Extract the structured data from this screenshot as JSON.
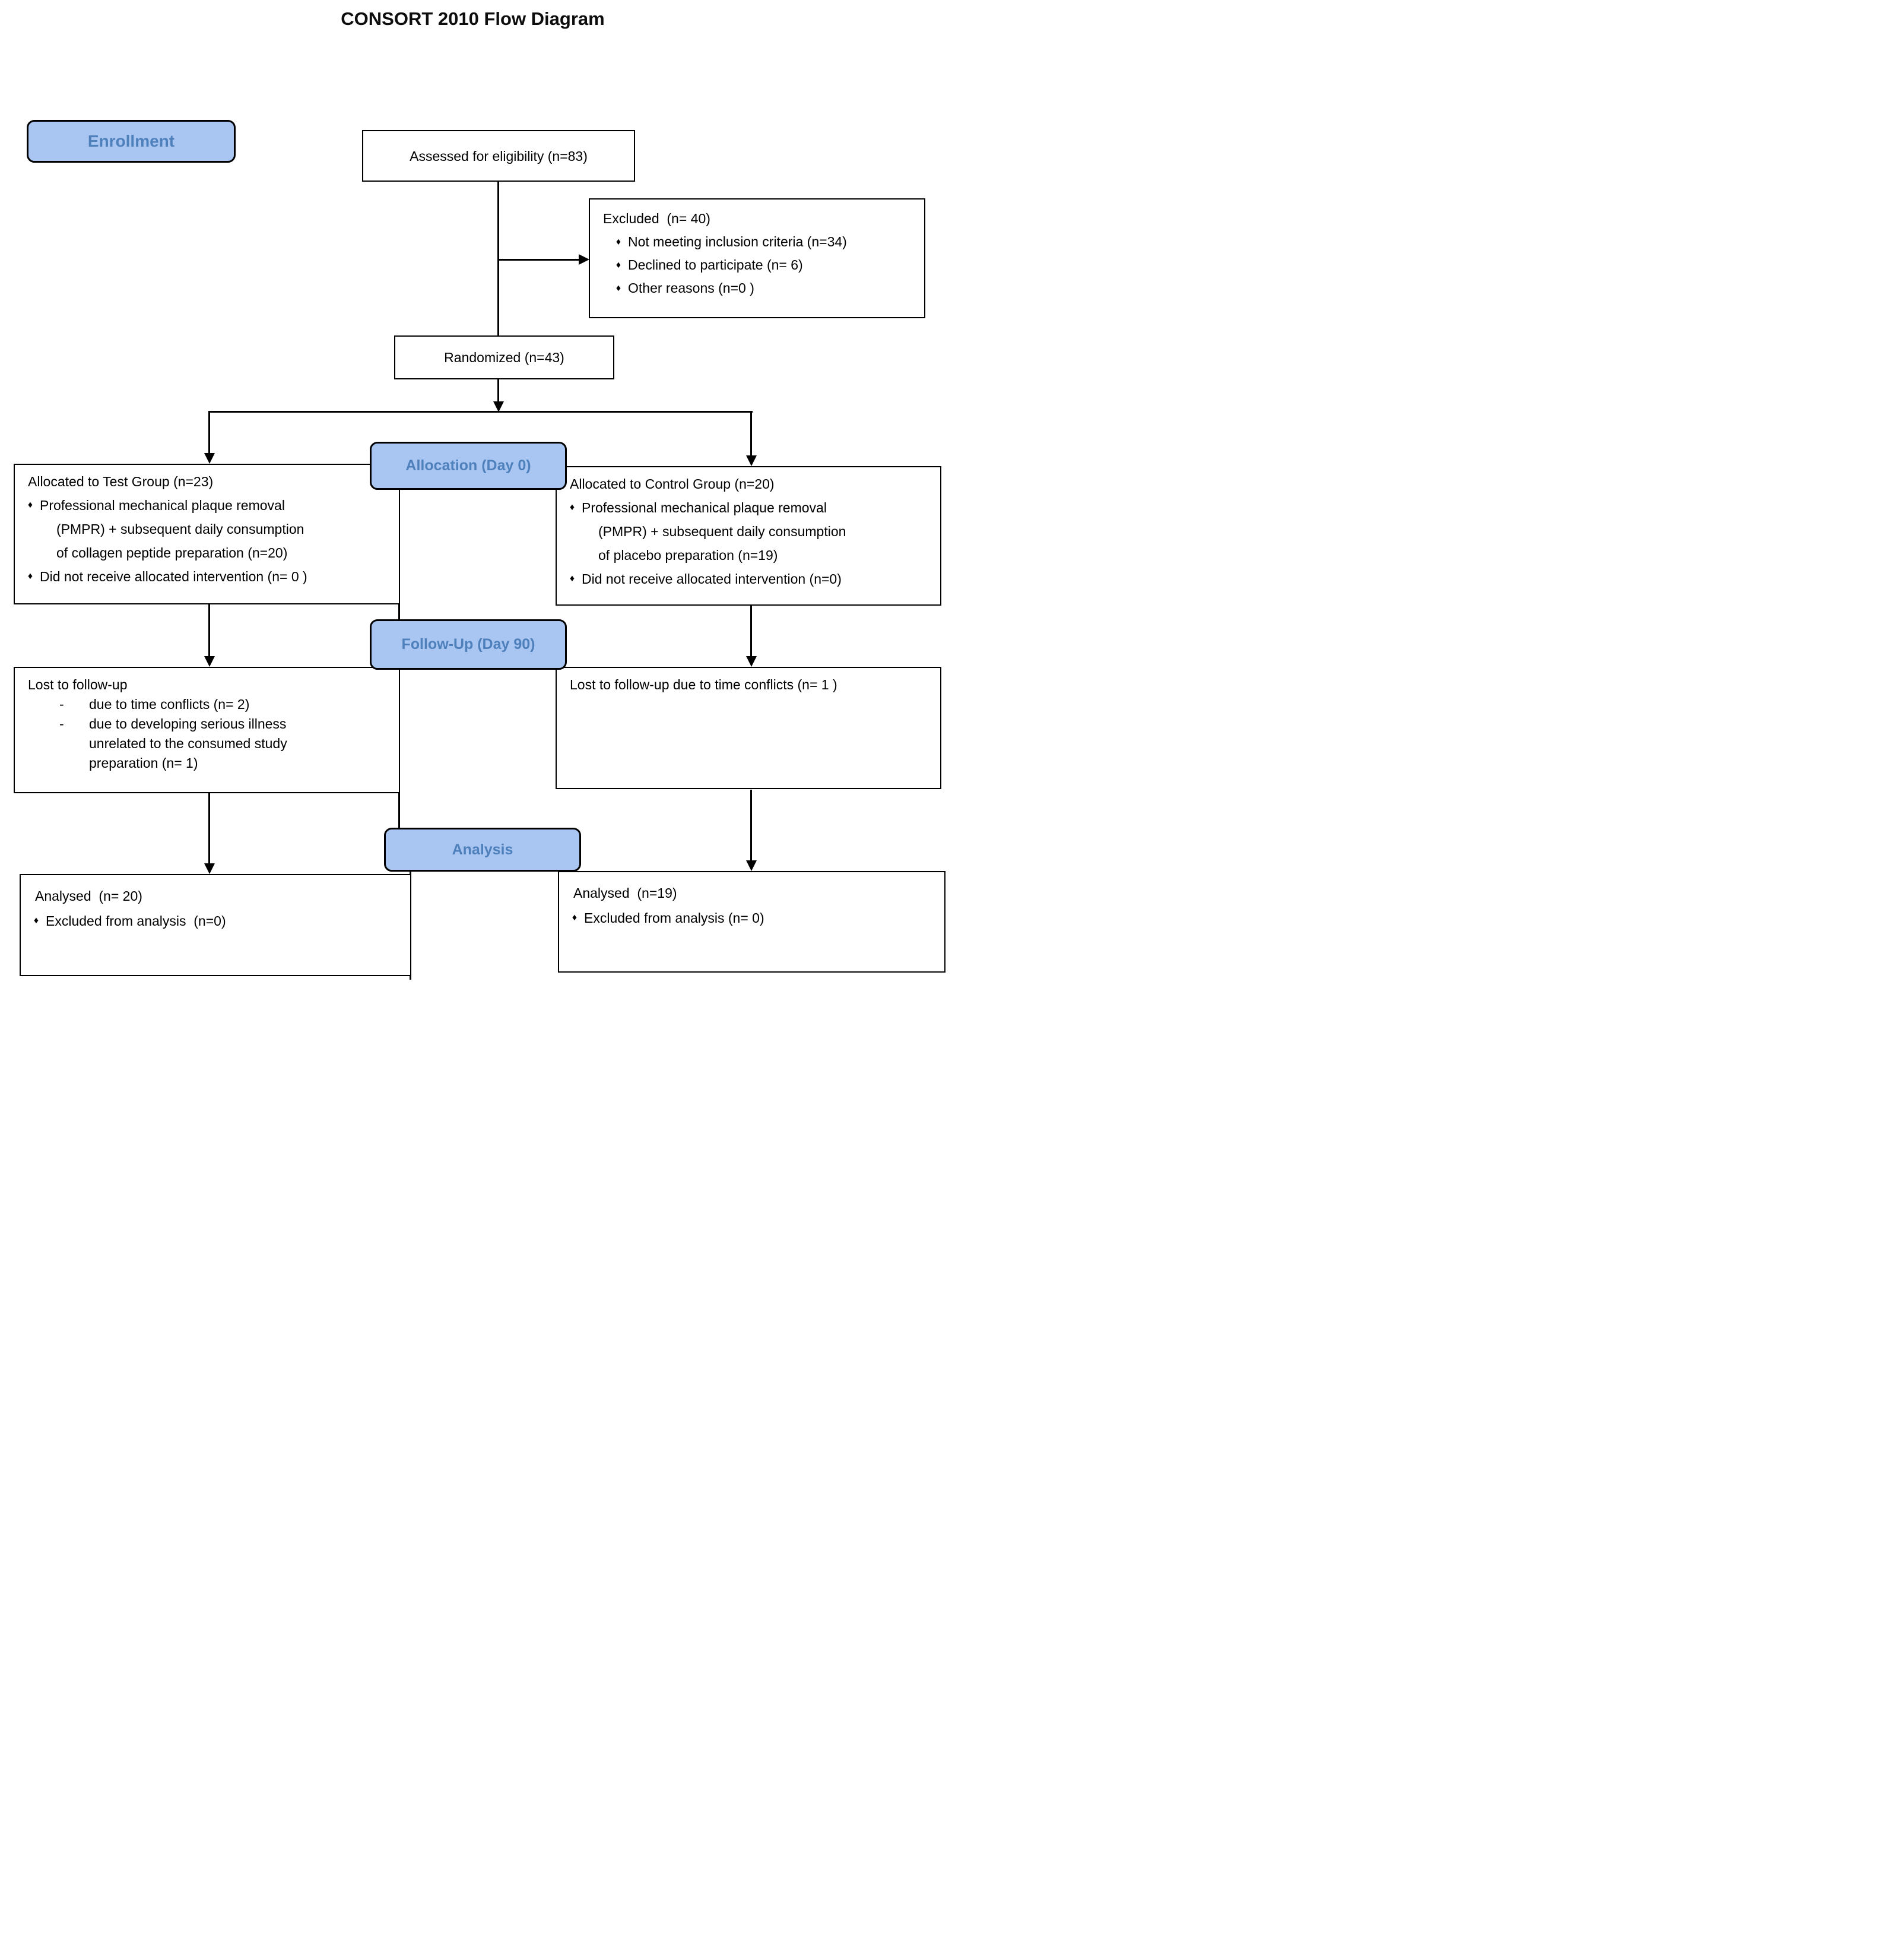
{
  "title": "CONSORT 2010 Flow Diagram",
  "colors": {
    "stage_fill": "#a9c5f1",
    "stage_text": "#4e80bc",
    "line": "#000000"
  },
  "markers": {
    "diamond": "♦",
    "dash": "-"
  },
  "stages": {
    "enrollment": "Enrollment",
    "allocation": "Allocation (Day 0)",
    "followup": "Follow-Up (Day 90)",
    "analysis": "Analysis"
  },
  "boxes": {
    "assessed": {
      "text": "Assessed for eligibility (n=83)"
    },
    "excluded": {
      "heading": "Excluded  (n= 40)",
      "bullets": [
        "Not meeting inclusion criteria (n=34)",
        "Declined to participate (n= 6)",
        "Other reasons (n=0 )"
      ]
    },
    "randomized": {
      "text": "Randomized (n=43)"
    },
    "test_group": {
      "heading": "Allocated to Test Group (n=23)",
      "bullet1_line1": "Professional mechanical plaque removal",
      "bullet1_line2": "(PMPR) + subsequent daily consumption",
      "bullet1_line3": "of collagen peptide preparation (n=20)",
      "bullet2": "Did not receive allocated intervention (n= 0 )"
    },
    "control_group": {
      "heading": "Allocated to Control Group (n=20)",
      "bullet1_line1": "Professional mechanical plaque removal",
      "bullet1_line2": "(PMPR) + subsequent daily consumption",
      "bullet1_line3": "of placebo preparation (n=19)",
      "bullet2": "Did not receive allocated intervention (n=0)"
    },
    "lost_test": {
      "heading": "Lost to follow-up",
      "item1": "due to time conflicts (n= 2)",
      "item2_line1": "due to developing serious illness",
      "item2_line2": "unrelated to the consumed study",
      "item2_line3": "preparation (n= 1)"
    },
    "lost_control": {
      "text": "Lost to follow-up due to time conflicts (n= 1 )"
    },
    "analysed_test": {
      "heading": "Analysed  (n= 20)",
      "bullet": "Excluded from analysis  (n=0)"
    },
    "analysed_control": {
      "heading": "Analysed  (n=19)",
      "bullet": "Excluded from analysis (n= 0)"
    }
  }
}
